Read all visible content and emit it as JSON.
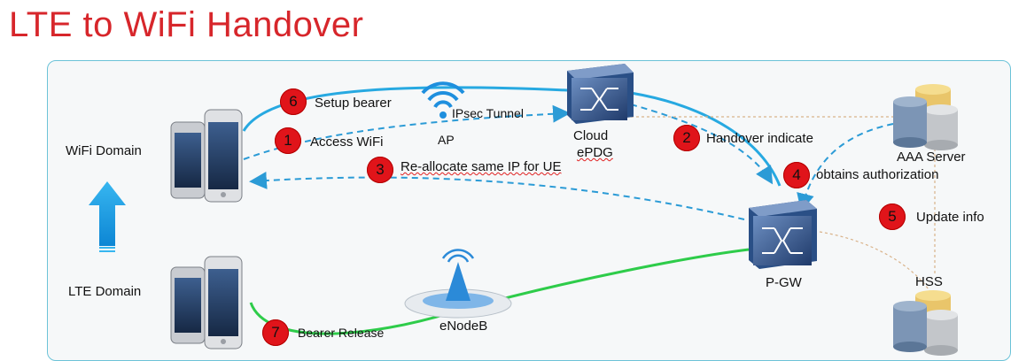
{
  "title": "LTE to WiFi Handover",
  "nodes": {
    "wifi_domain": "WiFi Domain",
    "lte_domain": "LTE Domain",
    "ap": "AP",
    "cloud_epdg_line1": "Cloud",
    "cloud_epdg_line2": "ePDG",
    "aaa_server": "AAA Server",
    "hss": "HSS",
    "pgw": "P-GW",
    "enodeb": "eNodeB"
  },
  "links": {
    "ipsec_tunnel": "IPsec Tunnel"
  },
  "steps": [
    {
      "num": "1",
      "label": "Access WiFi"
    },
    {
      "num": "2",
      "label": "Handover indicate"
    },
    {
      "num": "3",
      "label": "Re-allocate same IP for UE"
    },
    {
      "num": "4",
      "label": "obtains authorization"
    },
    {
      "num": "5",
      "label": "Update info"
    },
    {
      "num": "6",
      "label": "Setup bearer"
    },
    {
      "num": "7",
      "label": "Bearer Release"
    }
  ],
  "colors": {
    "title": "#d7262b",
    "signal_line": "#2b9bd6",
    "bearer_wifi": "#27a9e1",
    "bearer_lte": "#2ecc4a",
    "badge": "#e0141a",
    "handover_arrow": "#1e9be0"
  }
}
